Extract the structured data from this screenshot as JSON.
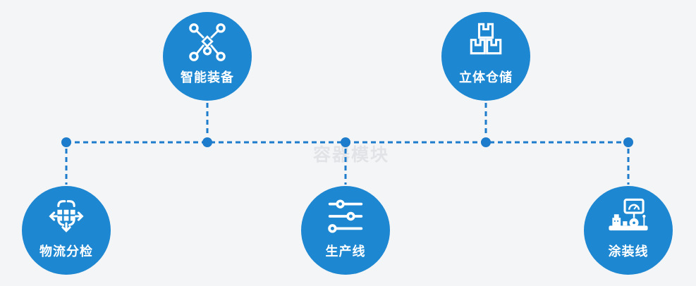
{
  "diagram": {
    "watermark": "容器模块",
    "nodes": [
      {
        "label": "智能装备",
        "icon": "network-nodes-icon",
        "position": "top-left"
      },
      {
        "label": "立体仓储",
        "icon": "stacked-boxes-icon",
        "position": "top-right"
      },
      {
        "label": "物流分检",
        "icon": "sorting-arrows-icon",
        "position": "bottom-left"
      },
      {
        "label": "生产线",
        "icon": "sliders-icon",
        "position": "bottom-center"
      },
      {
        "label": "涂装线",
        "icon": "machine-monitor-icon",
        "position": "bottom-right"
      }
    ],
    "colors": {
      "background": "#f4f5f6",
      "circle": "#1e87d1",
      "connector": "#1d7ccb",
      "label": "#ffffff",
      "watermark": "#e2e3e6"
    }
  }
}
